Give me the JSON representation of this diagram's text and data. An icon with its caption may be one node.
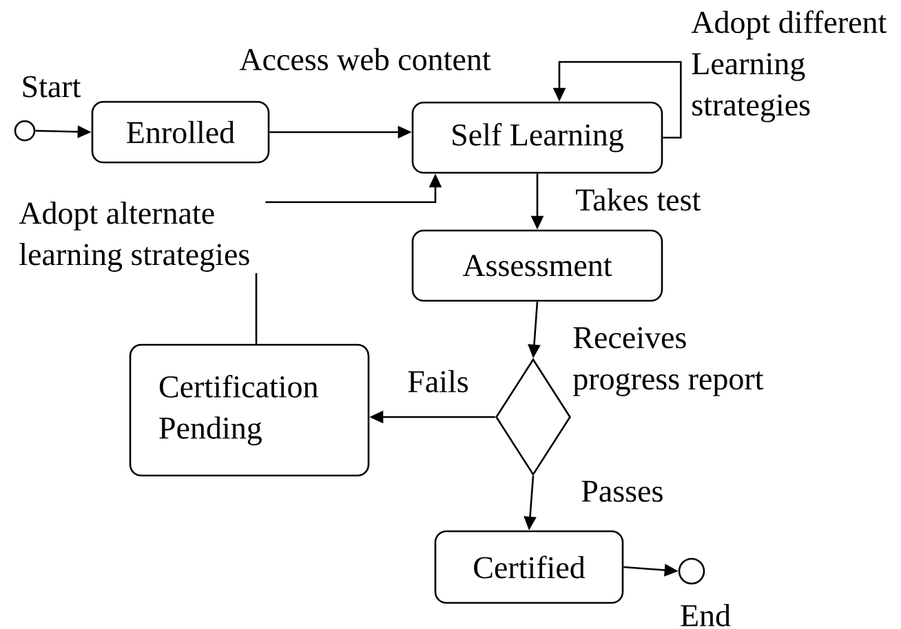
{
  "diagram": {
    "nodes": [
      {
        "text": [],
        "shape": "circle",
        "beside": [
          "Start"
        ]
      },
      {
        "text": [
          "Enrolled"
        ]
      },
      {
        "text": [
          "Self Learning"
        ]
      },
      {
        "text": [
          "Assessment"
        ]
      },
      {
        "text": [
          "Certification Pending"
        ]
      },
      {
        "text": [],
        "shape": "diamond"
      },
      {
        "text": [
          "Certified"
        ]
      },
      {
        "text": [],
        "shape": "circle",
        "beside": [
          "End"
        ]
      }
    ],
    "edges": [
      {
        "from": 0,
        "to": 1,
        "arrow": "to"
      },
      {
        "from": 1,
        "to": 2,
        "arrow": "to",
        "label": "Access web content"
      },
      {
        "from": 2,
        "to": 2,
        "arrow": "to",
        "label": "Adopt different Learning strategies"
      },
      {
        "from": 2,
        "to": 3,
        "arrow": "to",
        "label": "Takes test"
      },
      {
        "from": 3,
        "to": 5,
        "arrow": "to",
        "label": "Receives progress report"
      },
      {
        "from": 5,
        "to": 4,
        "arrow": "to",
        "label": "Fails"
      },
      {
        "from": 5,
        "to": 6,
        "arrow": "to",
        "label": "Passes"
      },
      {
        "from": 4,
        "to": 2,
        "arrow": "to",
        "label": "Adopt alternate learning strategies"
      },
      {
        "from": 6,
        "to": 7,
        "arrow": "to"
      }
    ]
  }
}
